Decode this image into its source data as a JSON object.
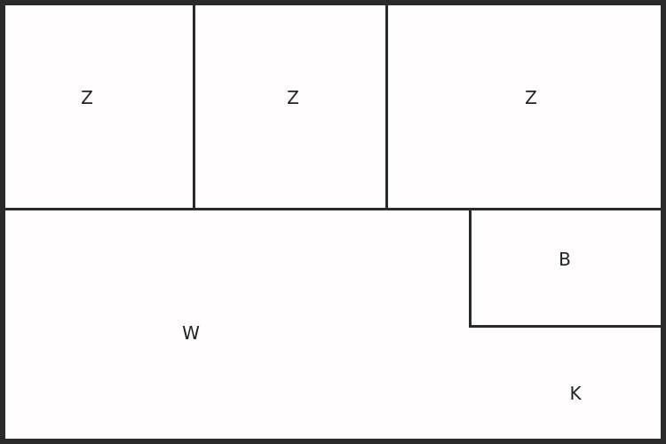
{
  "regions": {
    "z1": "Z",
    "z2": "Z",
    "z3": "Z",
    "w": "W",
    "b": "B",
    "k": "K"
  },
  "colors": {
    "border": "#2a2a2a",
    "fill": "#fffdfd",
    "text": "#222222"
  }
}
